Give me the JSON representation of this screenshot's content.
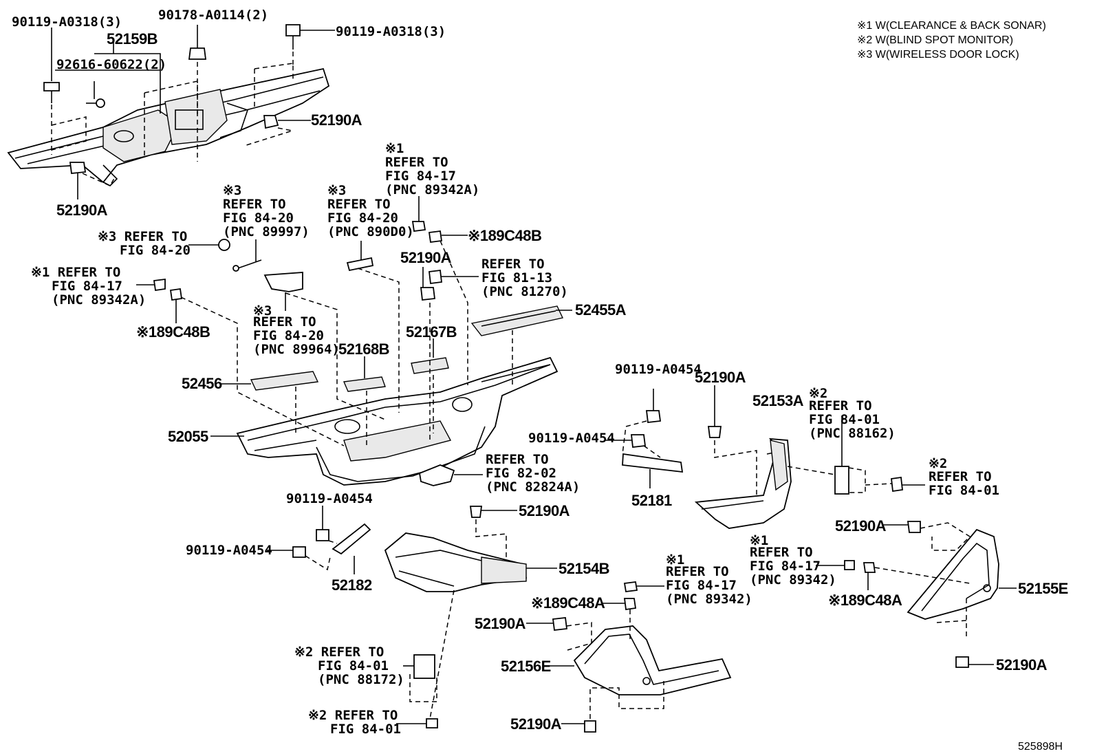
{
  "diagram_id": "525898H",
  "legend": {
    "line1": "※1 W(CLEARANCE & BACK SONAR)",
    "line2": "※2 W(BLIND SPOT MONITOR)",
    "line3": "※3 W(WIRELESS DOOR LOCK)"
  },
  "labels": {
    "l_90119_a0318_3_left": "90119-A0318(3)",
    "l_90178_a0114_2": "90178-A0114(2)",
    "l_90119_a0318_3_right": "90119-A0318(3)",
    "l_52159b": "52159B",
    "l_92616_60622_2": "92616-60622(2)",
    "l_52190a_top_right": "52190A",
    "l_52190a_top_left": "52190A",
    "ref_1_top": [
      "※1",
      "REFER TO",
      "FIG 84-17",
      "(PNC 89342A)"
    ],
    "ref_3_a": [
      "※3",
      "REFER TO",
      "FIG 84-20",
      "(PNC 89997)"
    ],
    "ref_3_b": [
      "※3",
      "REFER TO",
      "FIG 84-20",
      "(PNC 890D0)"
    ],
    "l_89c48b_a": "※189C48B",
    "ref_3_left": [
      "※3 REFER TO",
      "FIG 84-20"
    ],
    "ref_1_left": [
      "※1 REFER TO",
      "FIG 84-17",
      "(PNC 89342A)"
    ],
    "l_89c48b_b": "※189C48B",
    "ref_3_c": [
      "※3",
      "REFER TO",
      "FIG 84-20",
      "(PNC 89964)"
    ],
    "l_52190a_mid": "52190A",
    "ref_81_13": [
      "REFER TO",
      "FIG 81-13",
      "(PNC 81270)"
    ],
    "l_52455a": "52455A",
    "l_52168b": "52168B",
    "l_52167b": "52167B",
    "l_52456": "52456",
    "l_52055": "52055",
    "ref_82_02": [
      "REFER TO",
      "FIG 82-02",
      "(PNC 82824A)"
    ],
    "l_90119_a0454_a": "90119-A0454",
    "l_52190a_b": "52190A",
    "l_90119_a0454_b": "90119-A0454",
    "l_52181": "52181",
    "l_52153a": "52153A",
    "ref_2_a": [
      "※2",
      "REFER TO",
      "FIG 84-01",
      "(PNC 88162)"
    ],
    "ref_2_b": [
      "※2",
      "REFER TO",
      "FIG 84-01"
    ],
    "l_90119_a0454_c": "90119-A0454",
    "l_90119_a0454_d": "90119-A0454",
    "l_52182": "52182",
    "l_52190a_c": "52190A",
    "l_52154b": "52154B",
    "ref_1_mid": [
      "※1",
      "REFER TO",
      "FIG 84-17",
      "(PNC 89342)"
    ],
    "ref_1_right": [
      "※1",
      "REFER TO",
      "FIG 84-17",
      "(PNC 89342)"
    ],
    "l_52190a_d": "52190A",
    "l_52155e": "52155E",
    "l_89c48a_a": "※189C48A",
    "l_89c48a_b": "※189C48A",
    "l_52190a_e": "52190A",
    "l_52156e": "52156E",
    "ref_2_c": [
      "※2 REFER TO",
      "FIG 84-01",
      "(PNC 88172)"
    ],
    "ref_2_d": [
      "※2 REFER TO",
      "FIG 84-01"
    ],
    "l_52190a_f": "52190A",
    "l_52190a_g": "52190A"
  }
}
